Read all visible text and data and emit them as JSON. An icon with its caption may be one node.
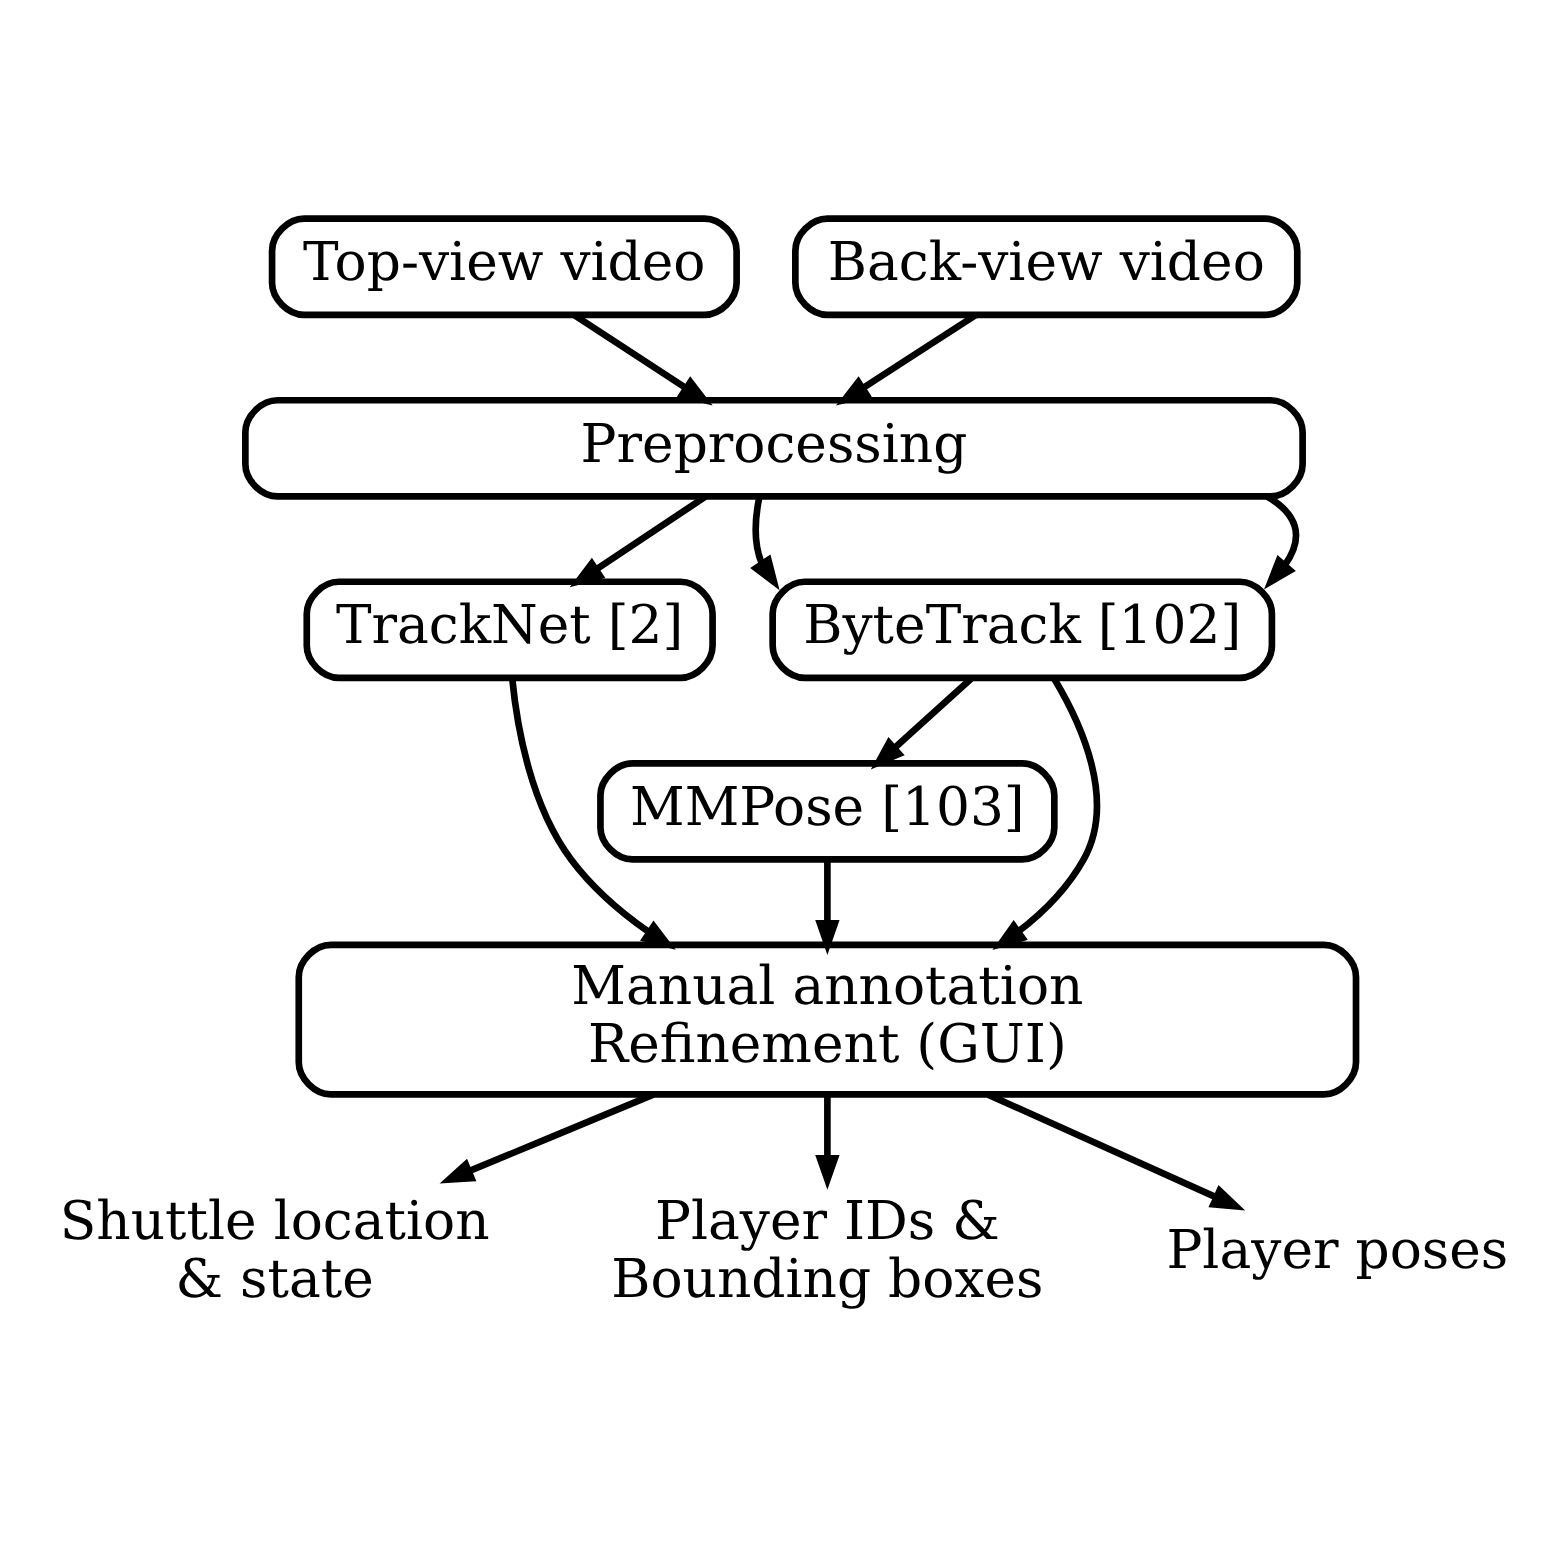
{
  "diagram": {
    "nodes": [
      {
        "text": [
          "Top-view video"
        ]
      },
      {
        "text": [
          "Back-view video"
        ]
      },
      {
        "text": [
          "Preprocessing"
        ]
      },
      {
        "text": [
          "TrackNet [2]"
        ]
      },
      {
        "text": [
          "ByteTrack [102]"
        ]
      },
      {
        "text": [
          "MMPose [103]"
        ]
      },
      {
        "text": [
          "Manual annotation Refinement (GUI)"
        ]
      },
      {
        "text": [
          "Shuttle location & state"
        ]
      },
      {
        "text": [
          "Player IDs & Bounding boxes"
        ]
      },
      {
        "text": [
          "Player poses"
        ]
      }
    ],
    "edges": [
      {
        "from": 0,
        "to": 2,
        "arrow": "to"
      },
      {
        "from": 1,
        "to": 2,
        "arrow": "to"
      },
      {
        "from": 2,
        "to": 3,
        "arrow": "to"
      },
      {
        "from": 2,
        "to": 4,
        "arrow": "to"
      },
      {
        "from": 2,
        "to": 4,
        "arrow": "to"
      },
      {
        "from": 3,
        "to": 6,
        "arrow": "to"
      },
      {
        "from": 4,
        "to": 6,
        "arrow": "to"
      },
      {
        "from": 4,
        "to": 5,
        "arrow": "to"
      },
      {
        "from": 5,
        "to": 6,
        "arrow": "to"
      },
      {
        "from": 6,
        "to": 7,
        "arrow": "to"
      },
      {
        "from": 6,
        "to": 8,
        "arrow": "to"
      },
      {
        "from": 6,
        "to": 9,
        "arrow": "to"
      }
    ]
  }
}
